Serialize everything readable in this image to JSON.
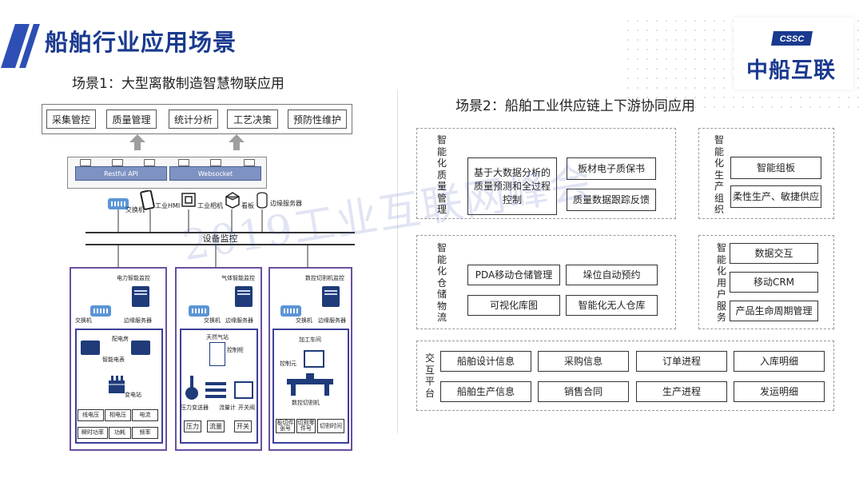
{
  "header": {
    "title": "船舶行业应用场景",
    "logo_badge": "CSSC",
    "logo_text": "中船互联",
    "accent_color": "#2d4fb5"
  },
  "scene1": {
    "title": "场景1：大型离散制造智慧物联应用",
    "top_buttons": [
      "采集管控",
      "质量管理",
      "统计分析",
      "工艺决策",
      "预防性维护"
    ],
    "api_labels": [
      "Restful API",
      "Websocket"
    ],
    "devices": [
      "交换机",
      "工业HMI",
      "工业相机",
      "看板",
      "边缘服务器"
    ],
    "monitor_bar": "设备监控",
    "zones": [
      {
        "title": "电力智能监控",
        "switch_label": "交换机",
        "server_label": "边缘服务器",
        "room": "配电房",
        "meter": "智能电表",
        "substation": "变电站",
        "cells": [
          "线电压",
          "相电压",
          "电流",
          "瞬时功率",
          "功耗",
          "频率"
        ]
      },
      {
        "title": "气体智能监控",
        "switch_label": "交换机",
        "server_label": "边缘服务器",
        "room": "天然气站",
        "cabinet": "控制柜",
        "sensors": [
          "压力变送器",
          "流量计",
          "开关阀"
        ],
        "cells": [
          "压力",
          "流量",
          "开关"
        ]
      },
      {
        "title": "数控切割机监控",
        "switch_label": "交换机",
        "server_label": "边缘服务器",
        "room": "加工车间",
        "controller": "控制元",
        "machine": "数控切割机",
        "cells": [
          "板切件张号",
          "切割零件号",
          "切割时间"
        ]
      }
    ]
  },
  "scene2": {
    "title": "场景2：船舶工业供应链上下游协同应用",
    "groups": {
      "quality": {
        "label": "智能化质量管理",
        "main": "基于大数据分析的质量预测和全过程控制",
        "items": [
          "板材电子质保书",
          "质量数据跟踪反馈"
        ]
      },
      "production": {
        "label": "智能化生产组织",
        "items": [
          "智能组板",
          "柔性生产、敏捷供应"
        ]
      },
      "warehouse": {
        "label": "智能化仓储物流",
        "items": [
          "PDA移动仓储管理",
          "垛位自动预约",
          "可视化库图",
          "智能化无人仓库"
        ]
      },
      "user": {
        "label": "智能化用户服务",
        "items": [
          "数据交互",
          "移动CRM",
          "产品生命周期管理"
        ]
      },
      "platform": {
        "label": "交互平台",
        "items": [
          "船舶设计信息",
          "采购信息",
          "订单进程",
          "入库明细",
          "船舶生产信息",
          "销售合同",
          "生产进程",
          "发运明细"
        ]
      }
    }
  },
  "watermark": "2019工业互联网峰会"
}
